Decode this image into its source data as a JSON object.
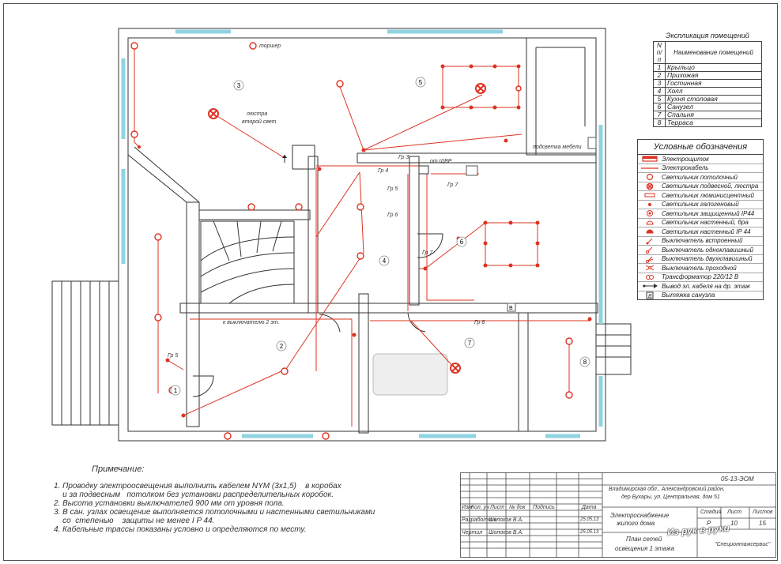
{
  "plan": {
    "room_numbers": [
      "1",
      "2",
      "3",
      "4",
      "5",
      "6",
      "7",
      "8"
    ],
    "labels": {
      "torsher": "торшер",
      "chandelier": "люстра",
      "second_light": "второй свет",
      "from_shvr": "от ЩВР",
      "furniture_light": "подсветка мебели",
      "to_switch": "к выключателю 2 эт."
    },
    "groups": {
      "gr3": "Гр 3",
      "gr4": "Гр 4",
      "gr5": "Гр 5",
      "gr6": "Гр 6",
      "gr7a": "Гр 7",
      "gr7b": "Гр 7",
      "gr5b": "Гр 5",
      "gr6b": "Гр 6"
    },
    "hood_mark": "В"
  },
  "explication": {
    "title": "Экспликация помещений",
    "col_num": "N п/п",
    "col_name": "Наименование помещений",
    "rows": [
      {
        "n": "1",
        "name": "Крыльцо"
      },
      {
        "n": "2",
        "name": "Прихожая"
      },
      {
        "n": "3",
        "name": "Гостинная"
      },
      {
        "n": "4",
        "name": "Холл"
      },
      {
        "n": "5",
        "name": "Кухня столовая"
      },
      {
        "n": "6",
        "name": "Санузел"
      },
      {
        "n": "7",
        "name": "Спальня"
      },
      {
        "n": "8",
        "name": "Терраса"
      }
    ]
  },
  "legend": {
    "title": "Условные обозначения",
    "items": [
      {
        "sym": "panel",
        "label": "Электрощиток"
      },
      {
        "sym": "cable",
        "label": "Электрокабель"
      },
      {
        "sym": "ceiling",
        "label": "Светильник потолочный"
      },
      {
        "sym": "pendant",
        "label": "Светильник подвесной, люстра"
      },
      {
        "sym": "fluor",
        "label": "Светильник люминисцентный"
      },
      {
        "sym": "halogen",
        "label": "Светильник галогеновый"
      },
      {
        "sym": "protected",
        "label": "Светильник защищенный IP44"
      },
      {
        "sym": "wall",
        "label": "Светильник настенный, бра"
      },
      {
        "sym": "wall44",
        "label": "Светильник настенный IP 44"
      },
      {
        "sym": "sw_builtin",
        "label": "Выключатель встроенный"
      },
      {
        "sym": "sw_one",
        "label": "Выключатель одноклавишный"
      },
      {
        "sym": "sw_two",
        "label": "Выключатель двухклавишный"
      },
      {
        "sym": "sw_pass",
        "label": "Выключатель проходной"
      },
      {
        "sym": "transformer",
        "label": "Трансформатор 220/12 В"
      },
      {
        "sym": "cable_out",
        "label": "Вывод эл. кабеля на др. этаж"
      },
      {
        "sym": "hood",
        "label": "Вытяжка санузла"
      }
    ]
  },
  "notes": {
    "title": "Примечание:",
    "lines": [
      "1. Проводку электроосвещения выполнить кабелем NYM (3x1,5)    в коробах",
      "    и за подвесным   потолком без установки распределительных коробок.",
      "2. Высота установки выключателей 900 мм от уровня пола.",
      "3. В сан. узлах освещение выполняется потолочными и настенными светильниками",
      "    со  степенью    защиты не менее I P 44.",
      "4. Кабельные трассы показаны условно и определяются по месту."
    ]
  },
  "stamp": {
    "code": "05-13-ЭОМ",
    "address1": "Владимирская обл., Александровский район,",
    "address2": "дер Бухары, ул. Центральная, дом 51",
    "headers": [
      "Изм",
      "Кол. уч",
      "Лист",
      "№ док",
      "Подпись",
      "Дата"
    ],
    "row1": {
      "role": "Разработчик",
      "name": "Шопохов В.А.",
      "date": "25.05.13"
    },
    "row2": {
      "role": "Чертил",
      "name": "Шопохов В.А.",
      "date": "25.05.13"
    },
    "object1": "Электроснабжение",
    "object2": "жилого дома",
    "sheet_title1": "План сетей",
    "sheet_title2": "освещения 1 этажа",
    "stage_h": "Стадия",
    "sheet_h": "Лист",
    "sheets_h": "Листов",
    "stage": "Р",
    "sheet": "10",
    "sheets": "15",
    "company": "\"Специонтажсервис\"",
    "watermark": "Из рук в руки"
  }
}
